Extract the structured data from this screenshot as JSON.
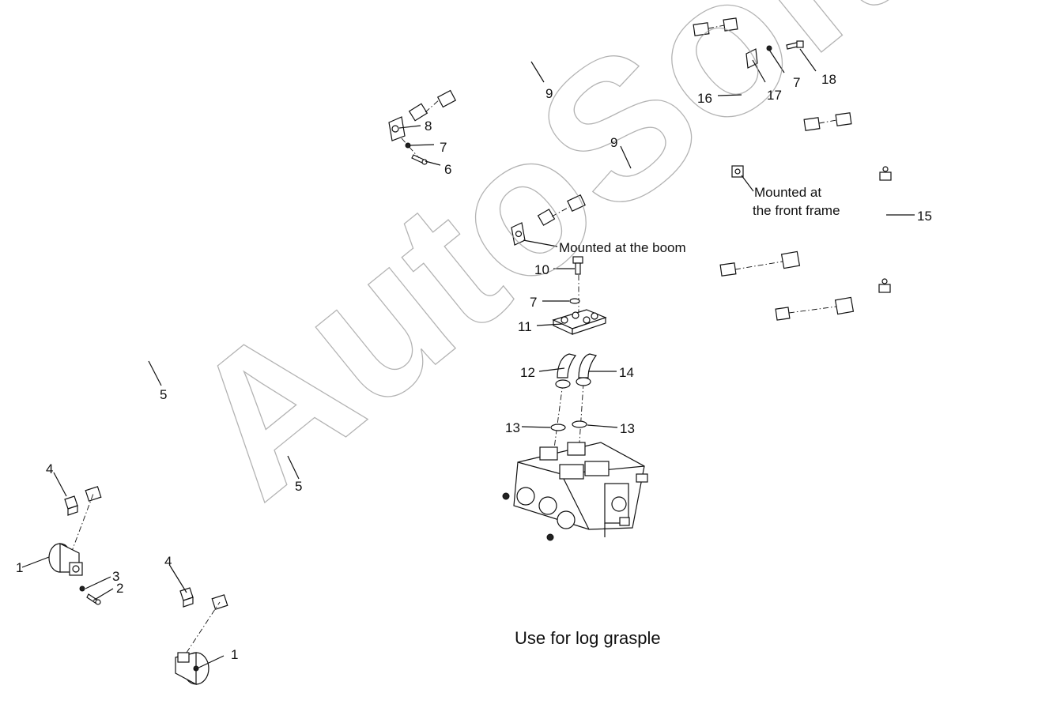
{
  "diagram": {
    "callouts": {
      "c1a": "1",
      "c1b": "1",
      "c2": "2",
      "c3": "3",
      "c4a": "4",
      "c4b": "4",
      "c5a": "5",
      "c5b": "5",
      "c6": "6",
      "c7a": "7",
      "c7b": "7",
      "c7c": "7",
      "c8": "8",
      "c9a": "9",
      "c9b": "9",
      "c10": "10",
      "c11": "11",
      "c12": "12",
      "c13a": "13",
      "c13b": "13",
      "c14": "14",
      "c15": "15",
      "c16": "16",
      "c17": "17",
      "c18": "18"
    },
    "notes": {
      "boom": "Mounted at the  boom",
      "front_line1": "Mounted at",
      "front_line2": "the  front frame"
    },
    "caption": "Use for log grasple",
    "watermark": "AutoSoft"
  }
}
